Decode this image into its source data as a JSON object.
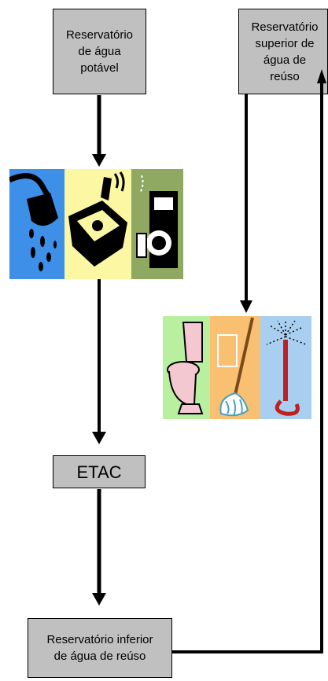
{
  "boxes": {
    "potable_reservoir": "Reservatório\nde água\npotável",
    "upper_reuse_reservoir": "Reservatório\nsuperior de\nágua de\nreúso",
    "etac": "ETAC",
    "lower_reuse_reservoir": "Reservatório inferior\nde água de reúso"
  },
  "icons": {
    "uses_potable": [
      "shower-icon",
      "sink-icon",
      "washing-machine-icon"
    ],
    "uses_reuse": [
      "toilet-icon",
      "mop-icon",
      "garden-sprinkler-icon"
    ]
  },
  "colors": {
    "box_fill": "#c0c0c0",
    "line": "#000000",
    "panel_blue": "#3d8fe8",
    "panel_yellow": "#fbf7a2",
    "panel_green": "#8fa862",
    "panel_lightgreen": "#b8f0a0",
    "panel_orange": "#f8c070",
    "panel_lightblue": "#a8cff0"
  }
}
